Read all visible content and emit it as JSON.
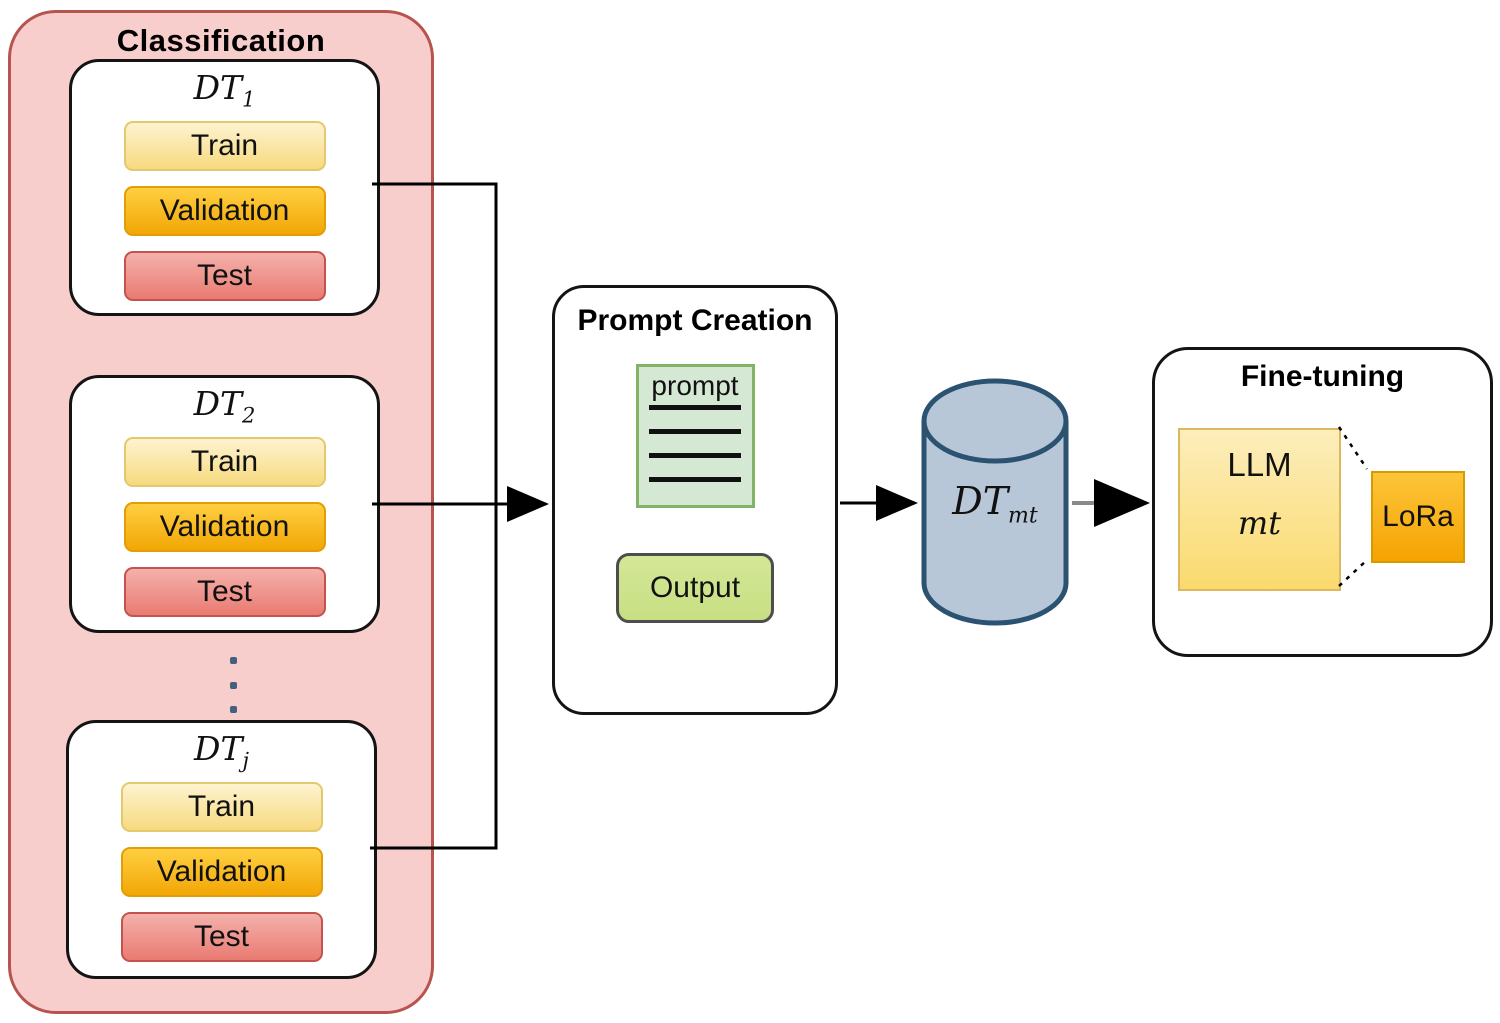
{
  "classification": {
    "title": "Classification",
    "datasets": [
      {
        "base": "DT",
        "sub": "1",
        "splits": [
          "Train",
          "Validation",
          "Test"
        ]
      },
      {
        "base": "DT",
        "sub": "2",
        "splits": [
          "Train",
          "Validation",
          "Test"
        ]
      },
      {
        "base": "DT",
        "sub": "j",
        "splits": [
          "Train",
          "Validation",
          "Test"
        ]
      }
    ]
  },
  "prompt_creation": {
    "title": "Prompt Creation",
    "document_label": "prompt",
    "output_label": "Output"
  },
  "database": {
    "base": "DT",
    "sub": "mt"
  },
  "fine_tuning": {
    "title": "Fine-tuning",
    "llm_label": "LLM",
    "llm_sublabel": "mt",
    "lora_label": "LoRa"
  },
  "colors": {
    "container_fill": "#f8cecc",
    "container_stroke": "#b85450",
    "train_top": "#fdf3d0",
    "train_bottom": "#f7da7f",
    "train_border": "#e3c96e",
    "validation_top": "#ffcf42",
    "validation_bottom": "#f2a705",
    "validation_border": "#e19e06",
    "test_top": "#f4b1ab",
    "test_bottom": "#e97b72",
    "test_border": "#c4534f",
    "doc_fill": "#d5e8d4",
    "doc_border": "#82b366",
    "output_top": "#d4e796",
    "output_bottom": "#c7df83",
    "output_border": "#4d4d4d",
    "cylinder_fill": "#b7c7d7",
    "cylinder_stroke": "#2c5272",
    "llm_top": "#fdeebc",
    "llm_bottom": "#fada6e",
    "llm_border": "#dcb85f",
    "lora_top": "#fdc53a",
    "lora_bottom": "#f5a302",
    "lora_border": "#d79b00",
    "dots": "#44607e",
    "wire_gray": "#8a8a8a"
  }
}
